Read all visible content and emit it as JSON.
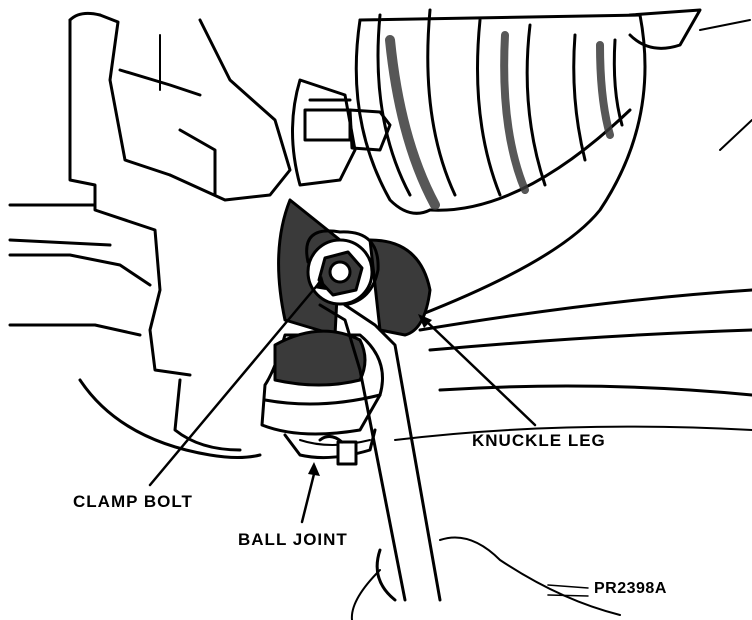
{
  "labels": {
    "knuckle_leg": "KNUCKLE LEG",
    "clamp_bolt": "CLAMP BOLT",
    "ball_joint": "BALL JOINT",
    "figure_code": "PR2398A"
  },
  "colors": {
    "ink": "#000000",
    "paper": "#ffffff",
    "shade": "#3a3a3a"
  }
}
